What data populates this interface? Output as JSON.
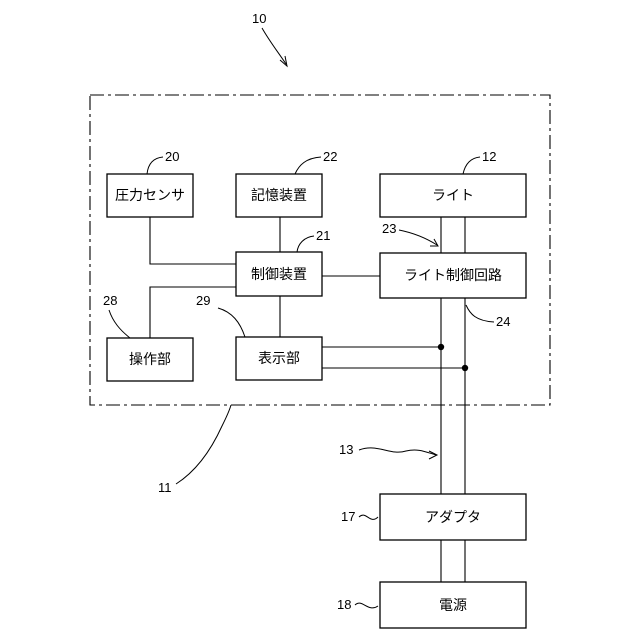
{
  "refs": {
    "device": "10",
    "housing": "11",
    "light": "12",
    "cable": "13",
    "adapter": "17",
    "power": "18",
    "pressure_sensor": "20",
    "controller": "21",
    "storage": "22",
    "light_line": "23",
    "light_control_circuit": "24",
    "operation_unit": "28",
    "display_unit": "29"
  },
  "blocks": {
    "pressure_sensor": "圧力センサ",
    "storage": "記憶装置",
    "light": "ライト",
    "controller": "制御装置",
    "light_control_circuit": "ライト制御回路",
    "operation_unit": "操作部",
    "display_unit": "表示部",
    "adapter": "アダプタ",
    "power": "電源"
  }
}
